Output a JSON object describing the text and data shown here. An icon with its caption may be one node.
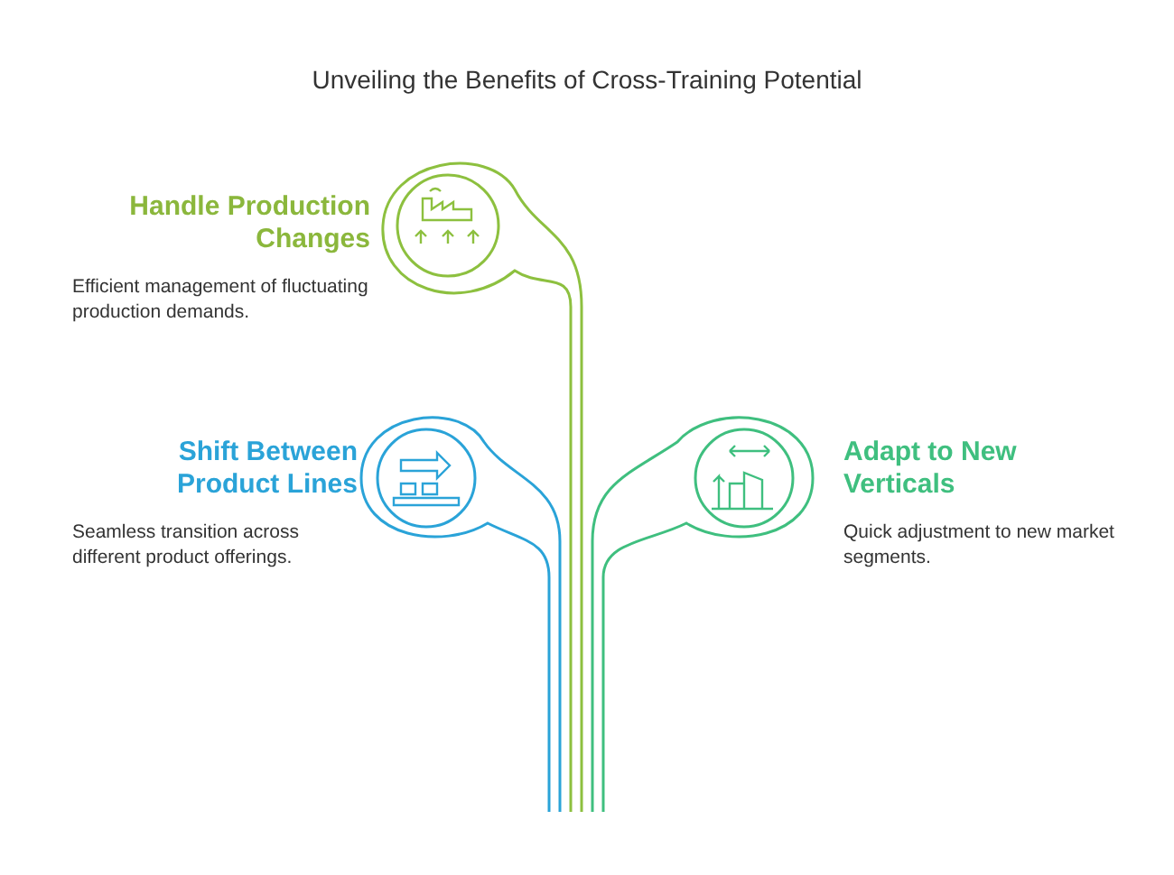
{
  "diagram": {
    "title": "Unveiling the Benefits of Cross-Training Potential",
    "nodes": [
      {
        "text": [
          "Handle Production Changes",
          "Efficient management of fluctuating production demands."
        ]
      },
      {
        "text": [
          "Shift Between Product Lines",
          "Seamless transition across different product offerings."
        ]
      },
      {
        "text": [
          "Adapt to New Verticals",
          "Quick adjustment to new market segments."
        ]
      }
    ]
  }
}
